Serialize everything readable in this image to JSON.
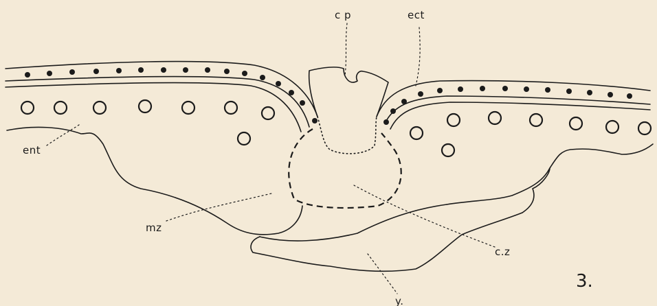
{
  "labels": {
    "cp": "c p",
    "ect": "ect",
    "ent": "ent",
    "mz": "mz",
    "cz": "c.z",
    "y": "y.",
    "figure_number": "3."
  }
}
